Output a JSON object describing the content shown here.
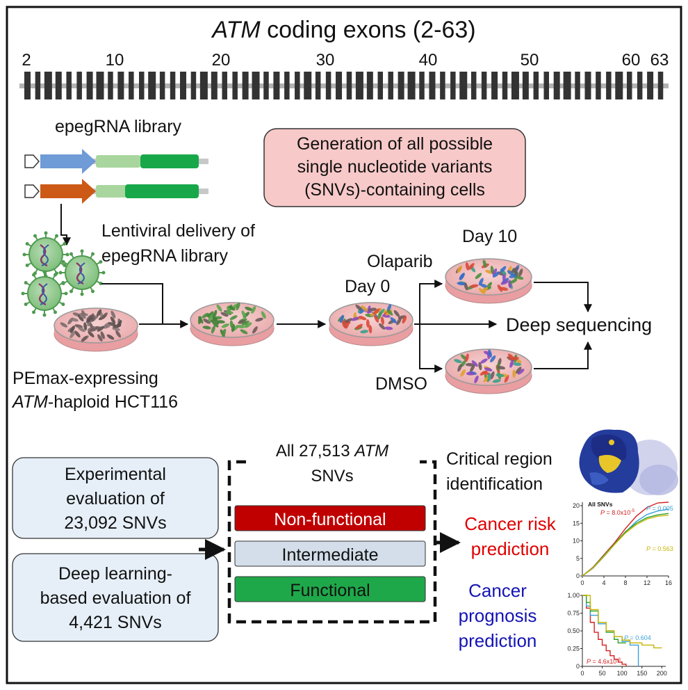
{
  "title": {
    "gene": "ATM",
    "rest": " coding exons (2-63)"
  },
  "exon_ticks": [
    "2",
    "10",
    "20",
    "30",
    "40",
    "50",
    "60",
    "63"
  ],
  "library": {
    "label": "epegRNA library"
  },
  "generation_box": [
    "Generation of all possible",
    "single nucleotide variants",
    "(SNVs)-containing cells"
  ],
  "delivery": [
    "Lentiviral delivery of",
    "epegRNA library"
  ],
  "cells": {
    "line1": "PEmax-expressing",
    "line2_gene": "ATM",
    "line2_rest": "-haploid HCT116"
  },
  "timepoints": {
    "day0": "Day 0",
    "day10": "Day 10"
  },
  "treatments": {
    "olaparib": "Olaparib",
    "dmso": "DMSO"
  },
  "sequencing": "Deep sequencing",
  "experimental_box": [
    "Experimental",
    "evaluation of",
    "23,092 SNVs"
  ],
  "deep_box": [
    "Deep learning-",
    "based evaluation of",
    "4,421 SNVs"
  ],
  "all_snvs": {
    "line1_pre": "All 27,513 ",
    "line1_gene": "ATM",
    "line2": "SNVs"
  },
  "classes": [
    {
      "label": "Non-functional",
      "color": "#c00000"
    },
    {
      "label": "Intermediate",
      "color": "#d3deea"
    },
    {
      "label": "Functional",
      "color": "#1fa84a"
    }
  ],
  "outputs": {
    "critical": [
      "Critical region",
      "identification"
    ],
    "cancer_risk": [
      "Cancer risk",
      "prediction"
    ],
    "cancer_prognosis": [
      "Cancer",
      "prognosis",
      "prediction"
    ]
  },
  "colors": {
    "risk": "#e00000",
    "prognosis": "#1414b4"
  },
  "chart_data": [
    {
      "type": "line",
      "title": "All SNVs",
      "x_ticks": [
        "0",
        "4",
        "8",
        "12",
        "16"
      ],
      "y_ticks": [
        "0",
        "5",
        "10",
        "15",
        "20"
      ],
      "xlim": [
        0,
        16
      ],
      "ylim": [
        0,
        21
      ],
      "annotations": [
        {
          "prefix": "P",
          "text": " = 8.0x10",
          "sup": "-5",
          "color": "#d42020"
        },
        {
          "prefix": "P",
          "text": " = 0.005",
          "color": "#3aa0d8"
        },
        {
          "prefix": "P",
          "text": " = 0.563",
          "color": "#c8b400"
        }
      ],
      "series": [
        {
          "color": "#d42020",
          "x": [
            0,
            2,
            4,
            6,
            8,
            10,
            12,
            14,
            16
          ],
          "y": [
            0,
            2.5,
            6,
            9.5,
            13.5,
            17,
            19.5,
            20.8,
            21
          ]
        },
        {
          "color": "#3aa0d8",
          "x": [
            0,
            2,
            4,
            6,
            8,
            10,
            12,
            14,
            16
          ],
          "y": [
            0,
            2.2,
            5.5,
            9,
            12.5,
            15.5,
            17.5,
            18.5,
            19
          ]
        },
        {
          "color": "#2ca02c",
          "x": [
            0,
            2,
            4,
            6,
            8,
            10,
            12,
            14,
            16
          ],
          "y": [
            0,
            2.4,
            5.8,
            9.2,
            12.6,
            15,
            16.6,
            17.4,
            17.8
          ]
        },
        {
          "color": "#c8b400",
          "x": [
            0,
            2,
            4,
            6,
            8,
            10,
            12,
            14,
            16
          ],
          "y": [
            0,
            2.3,
            5.6,
            9,
            12.2,
            14.6,
            16.2,
            17,
            17.3
          ]
        }
      ]
    },
    {
      "type": "line",
      "x_ticks": [
        "0",
        "50",
        "100",
        "150",
        "200"
      ],
      "y_ticks": [
        "0",
        "0.25",
        "0.50",
        "0.75",
        "1.00"
      ],
      "xlim": [
        0,
        210
      ],
      "ylim": [
        0,
        1
      ],
      "annotations": [
        {
          "prefix": "P",
          "text": " = 0.604",
          "color": "#3aa0d8"
        },
        {
          "prefix": "P",
          "text": " = 4.6x10",
          "sup": "-3",
          "color": "#d42020"
        }
      ],
      "series": [
        {
          "color": "#d42020",
          "x": [
            0,
            10,
            20,
            30,
            40,
            50,
            60,
            70,
            80,
            90,
            100,
            110
          ],
          "y": [
            1,
            0.82,
            0.62,
            0.48,
            0.38,
            0.3,
            0.22,
            0.15,
            0.1,
            0.06,
            0.03,
            0.0
          ]
        },
        {
          "color": "#3aa0d8",
          "x": [
            0,
            10,
            20,
            40,
            60,
            80,
            100,
            120,
            140,
            141
          ],
          "y": [
            1,
            0.85,
            0.72,
            0.6,
            0.5,
            0.42,
            0.35,
            0.3,
            0.3,
            0.0
          ]
        },
        {
          "color": "#2ca02c",
          "x": [
            0,
            10,
            20,
            40,
            60,
            80,
            90,
            110
          ],
          "y": [
            1,
            0.9,
            0.78,
            0.62,
            0.48,
            0.38,
            0.33,
            0.33
          ]
        },
        {
          "color": "#c8b400",
          "x": [
            0,
            20,
            40,
            60,
            80,
            100,
            120,
            150,
            180,
            200
          ],
          "y": [
            1,
            0.8,
            0.62,
            0.5,
            0.42,
            0.37,
            0.33,
            0.3,
            0.26,
            0.26
          ]
        }
      ]
    }
  ]
}
